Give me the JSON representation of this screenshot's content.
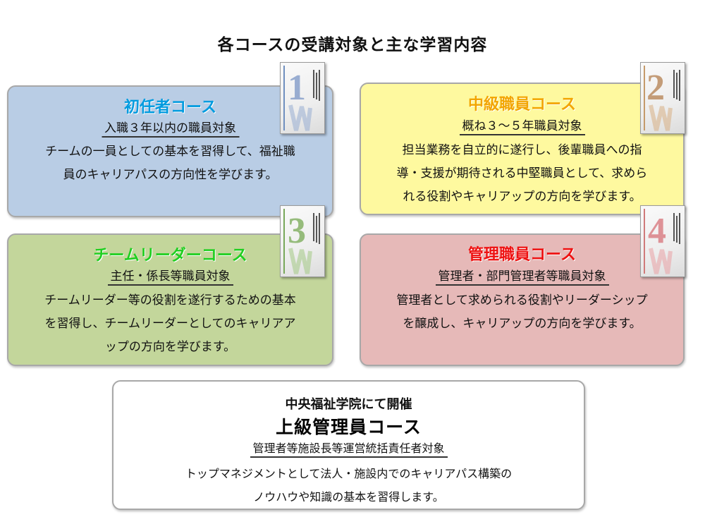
{
  "page_title": "各コースの受講対象と主な学習内容",
  "courses": [
    {
      "name": "初任者コース",
      "target": "入職３年以内の職員対象",
      "description": [
        "チームの一員としての基本を習得して、福祉職",
        "員のキャリアパスの方向性を学びます。"
      ],
      "book_number": "1",
      "color": "#009bdf",
      "background": "#b9cde5"
    },
    {
      "name": "中級職員コース",
      "target": "概ね３～５年職員対象",
      "description": [
        "担当業務を自立的に遂行し、後輩職員への指",
        "導・支援が期待される中堅職員として、求めら",
        "れる役割やキャリアップの方向を学びます。"
      ],
      "book_number": "2",
      "color": "#f2a500",
      "background": "#fef99f"
    },
    {
      "name": "チームリーダーコース",
      "target": "主任・係長等職員対象",
      "description": [
        "チームリーダー等の役割を遂行するための基本",
        "を習得し、チームリーダーとしてのキャリアア",
        "ップの方向を学びます。"
      ],
      "book_number": "3",
      "color": "#1fcf20",
      "background": "#c3d69b"
    },
    {
      "name": "管理職員コース",
      "target": "管理者・部門管理者等職員対象",
      "description": [
        "管理者として求められる役割やリーダーシップ",
        "を醸成し、キャリアップの方向を学びます。"
      ],
      "book_number": "4",
      "color": "#ee1111",
      "background": "#e6b9b8"
    }
  ],
  "senior": {
    "host": "中央福祉学院にて開催",
    "name": "上級管理員コース",
    "target": "管理者等施設長等運営統括責任者対象",
    "description": [
      "トップマネジメントとして法人・施設内でのキャリアパス構築の",
      "ノウハウや知識の基本を習得します。"
    ]
  }
}
